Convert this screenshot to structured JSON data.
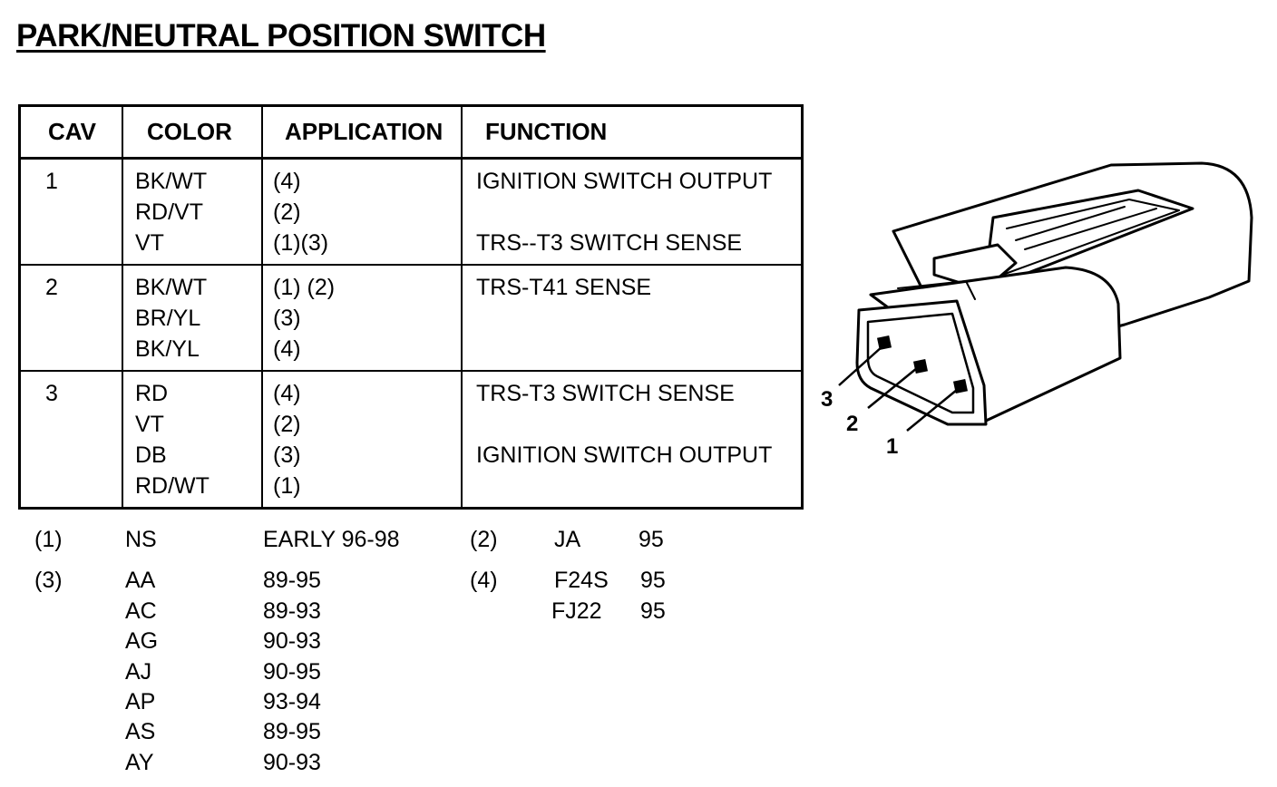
{
  "title": "PARK/NEUTRAL POSITION SWITCH",
  "table": {
    "headers": [
      "CAV",
      "COLOR",
      "APPLICATION",
      "FUNCTION"
    ],
    "rows": [
      {
        "cav": "1",
        "colors": [
          "BK/WT",
          "RD/VT",
          "VT"
        ],
        "applications": [
          "(4)",
          "(2)",
          "(1)(3)"
        ],
        "functions": [
          "IGNITION SWITCH OUTPUT",
          "",
          "TRS--T3 SWITCH SENSE"
        ]
      },
      {
        "cav": "2",
        "colors": [
          "BK/WT",
          "BR/YL",
          "BK/YL"
        ],
        "applications": [
          "(1) (2)",
          "(3)",
          "(4)"
        ],
        "functions": [
          "TRS-T41 SENSE",
          "",
          ""
        ]
      },
      {
        "cav": "3",
        "colors": [
          "RD",
          "VT",
          "DB",
          "RD/WT"
        ],
        "applications": [
          "(4)",
          "(2)",
          "(3)",
          "(1)"
        ],
        "functions": [
          "TRS-T3 SWITCH SENSE",
          "",
          "IGNITION SWITCH OUTPUT",
          ""
        ]
      }
    ]
  },
  "notes": {
    "n1": {
      "ref": "(1)",
      "code": "NS",
      "years": "EARLY 96-98"
    },
    "n2": {
      "ref": "(2)",
      "code": "JA",
      "years": "95"
    },
    "n3": {
      "ref": "(3)",
      "items": [
        {
          "code": "AA",
          "years": "89-95"
        },
        {
          "code": "AC",
          "years": "89-93"
        },
        {
          "code": "AG",
          "years": "90-93"
        },
        {
          "code": "AJ",
          "years": "90-95"
        },
        {
          "code": "AP",
          "years": "93-94"
        },
        {
          "code": "AS",
          "years": "89-95"
        },
        {
          "code": "AY",
          "years": "90-93"
        }
      ]
    },
    "n4": {
      "ref": "(4)",
      "items": [
        {
          "code": "F24S",
          "years": "95"
        },
        {
          "code": "FJ22",
          "years": "95"
        }
      ]
    }
  },
  "connector": {
    "icon": "connector-icon",
    "pin_labels": [
      "3",
      "2",
      "1"
    ]
  }
}
